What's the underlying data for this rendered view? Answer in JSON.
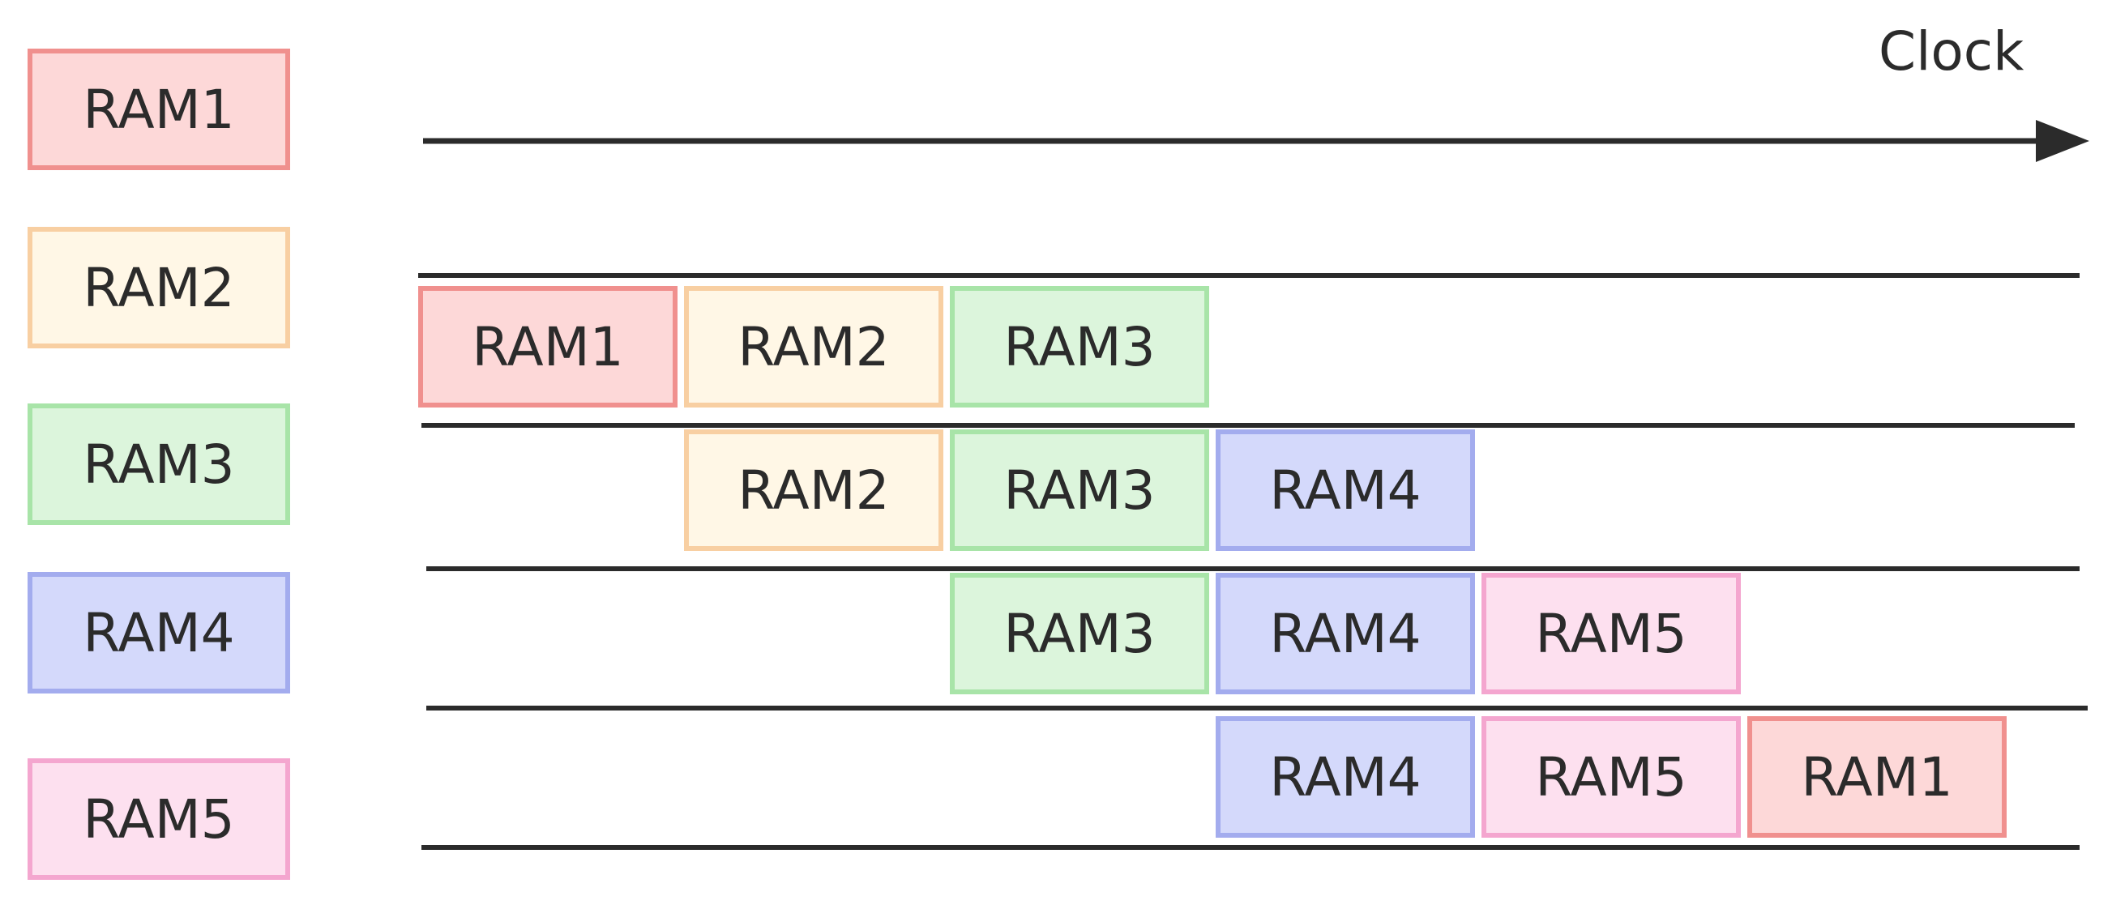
{
  "clock_label": "Clock",
  "colors": {
    "RAM1": {
      "fill": "#fdd8d8",
      "border": "#f0908e"
    },
    "RAM2": {
      "fill": "#fff7e6",
      "border": "#f8cfa2"
    },
    "RAM3": {
      "fill": "#dcf5dc",
      "border": "#a8e4a8"
    },
    "RAM4": {
      "fill": "#d4d9fb",
      "border": "#a3acee"
    },
    "RAM5": {
      "fill": "#fde0ef",
      "border": "#f4a6cf"
    }
  },
  "legend": [
    "RAM1",
    "RAM2",
    "RAM3",
    "RAM4",
    "RAM5"
  ],
  "lanes": [
    [
      "RAM1",
      "RAM2",
      "RAM3"
    ],
    [
      "RAM2",
      "RAM3",
      "RAM4"
    ],
    [
      "RAM3",
      "RAM4",
      "RAM5"
    ],
    [
      "RAM4",
      "RAM5",
      "RAM1"
    ]
  ]
}
